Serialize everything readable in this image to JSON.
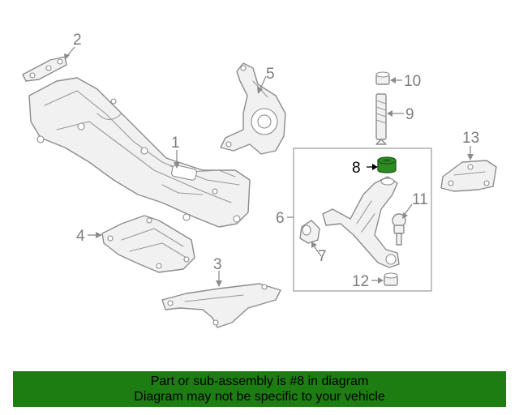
{
  "diagram": {
    "callouts": {
      "c1": "1",
      "c2": "2",
      "c3": "3",
      "c4": "4",
      "c5": "5",
      "c6": "6",
      "c7": "7",
      "c8": "8",
      "c9": "9",
      "c10": "10",
      "c11": "11",
      "c12": "12",
      "c13": "13"
    },
    "highlighted_part": "8",
    "highlight_color": "#2e8b24"
  },
  "banner": {
    "line1": "Part or sub-assembly is #8 in diagram",
    "line2": "Diagram may not be specific to your vehicle",
    "background": "#1e7d12"
  }
}
